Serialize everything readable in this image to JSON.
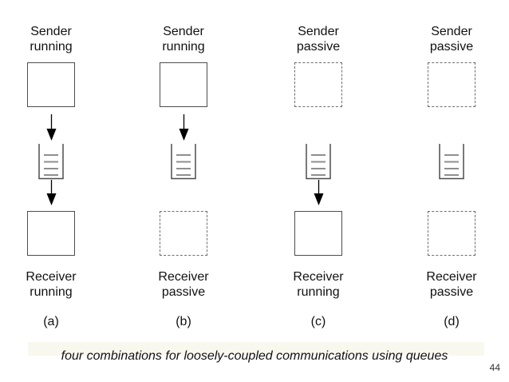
{
  "slide": {
    "caption": "four combinations for loosely-coupled communications using queues",
    "page_number": "44"
  },
  "colors": {
    "background": "#ffffff",
    "text": "#111111",
    "solid_border": "#4d4d4d",
    "dashed_border": "#6e6e6e",
    "arrow": "#000000",
    "queue_wall": "#4d4d4d",
    "queue_line": "#8f8f8f",
    "caption_band": "#f9f8ee",
    "page_number": "#333333"
  },
  "diagram": {
    "queue_icon": "message-queue",
    "columns": [
      {
        "letter": "(a)",
        "sender": {
          "line1": "Sender",
          "line2": "running",
          "state": "running"
        },
        "receiver": {
          "line1": "Receiver",
          "line2": "running",
          "state": "running"
        },
        "arrows": {
          "sender_to_queue": true,
          "queue_to_receiver": true
        }
      },
      {
        "letter": "(b)",
        "sender": {
          "line1": "Sender",
          "line2": "running",
          "state": "running"
        },
        "receiver": {
          "line1": "Receiver",
          "line2": "passive",
          "state": "passive"
        },
        "arrows": {
          "sender_to_queue": true,
          "queue_to_receiver": false
        }
      },
      {
        "letter": "(c)",
        "sender": {
          "line1": "Sender",
          "line2": "passive",
          "state": "passive"
        },
        "receiver": {
          "line1": "Receiver",
          "line2": "running",
          "state": "running"
        },
        "arrows": {
          "sender_to_queue": false,
          "queue_to_receiver": true
        }
      },
      {
        "letter": "(d)",
        "sender": {
          "line1": "Sender",
          "line2": "passive",
          "state": "passive"
        },
        "receiver": {
          "line1": "Receiver",
          "line2": "passive",
          "state": "passive"
        },
        "arrows": {
          "sender_to_queue": false,
          "queue_to_receiver": false
        }
      }
    ]
  }
}
